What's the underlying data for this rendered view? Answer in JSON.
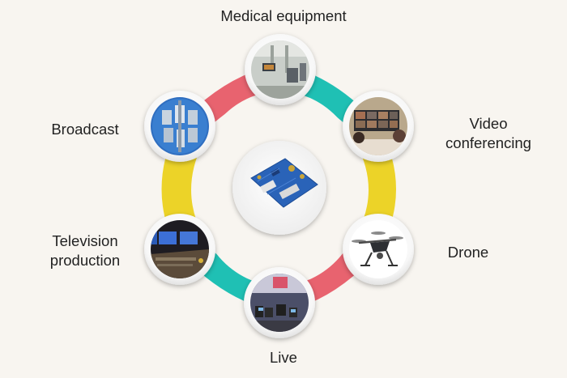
{
  "diagram": {
    "center": {
      "name": "circuit-board"
    },
    "nodes": [
      {
        "id": "medical",
        "label": "Medical equipment",
        "icon": "medical-equipment-photo"
      },
      {
        "id": "video",
        "label": "Video\nconferencing",
        "icon": "video-conferencing-photo"
      },
      {
        "id": "drone",
        "label": "Drone",
        "icon": "drone-photo"
      },
      {
        "id": "live",
        "label": "Live",
        "icon": "live-studio-photo"
      },
      {
        "id": "tv",
        "label": "Television\nproduction",
        "icon": "tv-control-room-photo"
      },
      {
        "id": "broadcast",
        "label": "Broadcast",
        "icon": "broadcast-antenna-photo"
      }
    ],
    "colors": {
      "pink": "#e8636f",
      "teal": "#1fc0b4",
      "yellow": "#ecd328",
      "ring_inner": "#f8f5f0",
      "circle_bg": "#ffffff",
      "text": "#222222"
    }
  }
}
